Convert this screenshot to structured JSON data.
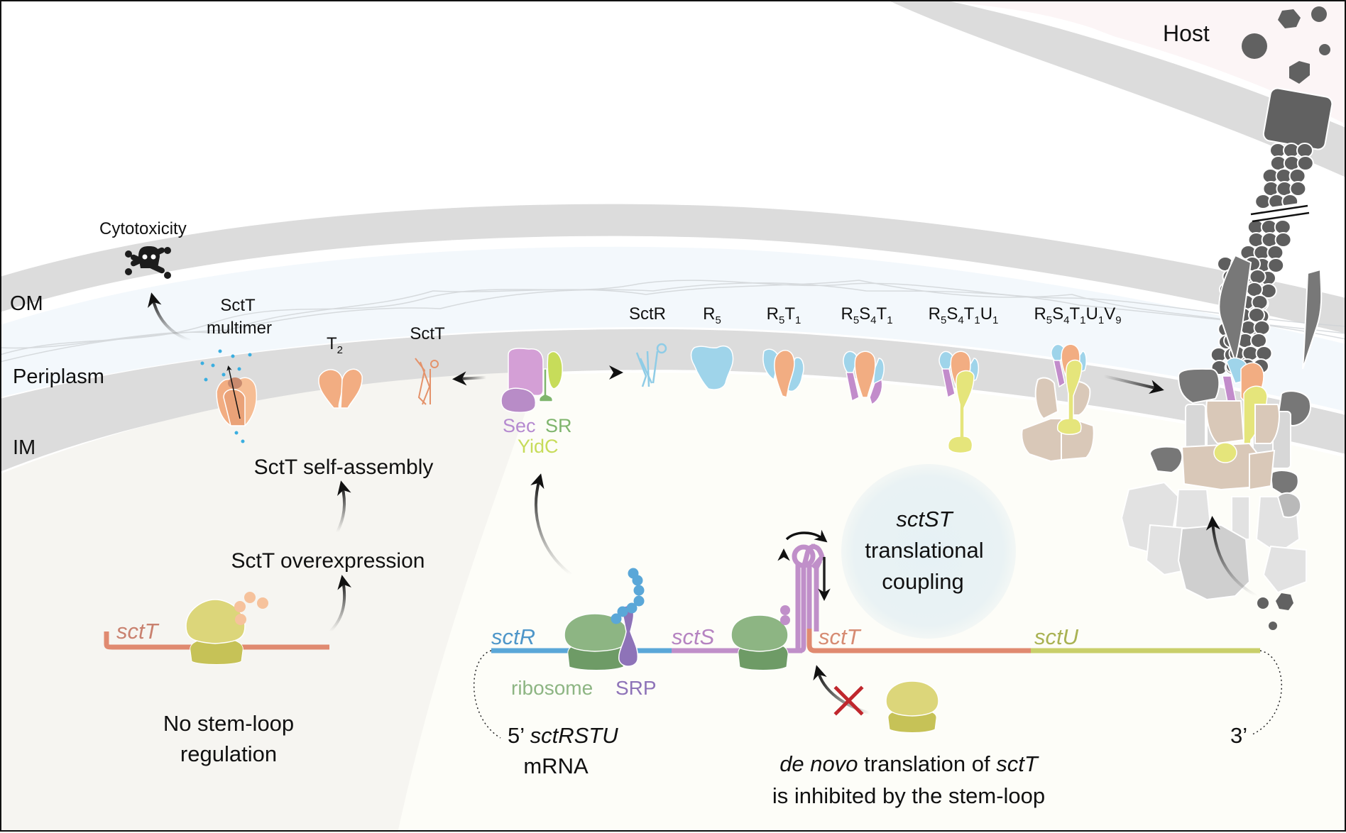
{
  "labels": {
    "host": "Host",
    "om": "OM",
    "periplasm": "Periplasm",
    "im": "IM",
    "cytotoxicity": "Cytotoxicity",
    "sctT_multimer_line1": "SctT",
    "sctT_multimer_line2": "multimer",
    "t2_base": "T",
    "t2_sub": "2",
    "sctT": "SctT",
    "sctR": "SctR",
    "sec": "Sec",
    "sr": "SR",
    "yidc": "YidC",
    "self_assembly": "SctT self-assembly",
    "overexpression": "SctT overexpression",
    "no_stem_loop_line1": "No stem-loop",
    "no_stem_loop_line2": "regulation",
    "coupling_line1": "sctST",
    "coupling_line2": "translational",
    "coupling_line3": "coupling",
    "ribosome": "ribosome",
    "srp": "SRP",
    "mrna_5prime": "5’",
    "mrna_operon": "sctRSTU",
    "mrna_word": "mRNA",
    "mrna_3prime": "3’",
    "denovo_italic": "de novo",
    "denovo_rest": " translation of ",
    "denovo_gene": "sctT",
    "inhibited": "is inhibited by the stem-loop"
  },
  "genes": {
    "left_sctT": "sctT",
    "sctR": "sctR",
    "sctS": "sctS",
    "sctT": "sctT",
    "sctU": "sctU"
  },
  "assembly_intermediates": [
    {
      "parts": [
        {
          "b": "R",
          "s": "5"
        }
      ]
    },
    {
      "parts": [
        {
          "b": "R",
          "s": "5"
        },
        {
          "b": "T",
          "s": "1"
        }
      ]
    },
    {
      "parts": [
        {
          "b": "R",
          "s": "5"
        },
        {
          "b": "S",
          "s": "4"
        },
        {
          "b": "T",
          "s": "1"
        }
      ]
    },
    {
      "parts": [
        {
          "b": "R",
          "s": "5"
        },
        {
          "b": "S",
          "s": "4"
        },
        {
          "b": "T",
          "s": "1"
        },
        {
          "b": "U",
          "s": "1"
        }
      ]
    },
    {
      "parts": [
        {
          "b": "R",
          "s": "5"
        },
        {
          "b": "S",
          "s": "4"
        },
        {
          "b": "T",
          "s": "1"
        },
        {
          "b": "U",
          "s": "1"
        },
        {
          "b": "V",
          "s": "9"
        }
      ]
    }
  ],
  "colors": {
    "membrane": "#dcdcdc",
    "periplasm": "#f3f8fc",
    "cytoplasm": "#fdfdf8",
    "host": "#fcf5f6",
    "sctR": "#5aa7d8",
    "sctS": "#c08fc9",
    "sctT": "#e08a70",
    "sctU": "#c9cf6a",
    "ribosome": "#8db583",
    "ribosome_dark": "#6e9b66",
    "srp": "#8e73b8",
    "protein_R": "#9fd4ea",
    "protein_T": "#f2ad82",
    "protein_S": "#c28ccb",
    "protein_U": "#e5e57b",
    "basal_body": "#d9c8b8",
    "needle": "#666666",
    "inhibit_x": "#c0272d",
    "ribosome_yellow": "#dcd67a",
    "ribosome_yellow_dark": "#c6c257"
  }
}
